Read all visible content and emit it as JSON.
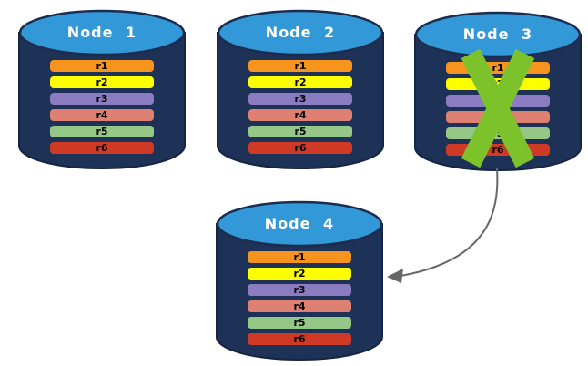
{
  "background": "#FFFFFF",
  "colors": {
    "cylinder_body": "#1E3156",
    "cylinder_edge": "#152542",
    "cylinder_top": "#3398D8",
    "cylinder_top_border": "#1B2D4F",
    "title_text": "#FFFFFF",
    "row_label_text": "#000000"
  },
  "nodes": [
    {
      "id": "node-1",
      "title": "Node 1",
      "failed": false,
      "rows": [
        {
          "label": "r1",
          "color": "#F7941D"
        },
        {
          "label": "r2",
          "color": "#FDFF00"
        },
        {
          "label": "r3",
          "color": "#8B7CC1"
        },
        {
          "label": "r4",
          "color": "#DE8172"
        },
        {
          "label": "r5",
          "color": "#95C787"
        },
        {
          "label": "r6",
          "color": "#CF3A27"
        }
      ]
    },
    {
      "id": "node-2",
      "title": "Node 2",
      "failed": false,
      "rows": [
        {
          "label": "r1",
          "color": "#F7941D"
        },
        {
          "label": "r2",
          "color": "#FDFF00"
        },
        {
          "label": "r3",
          "color": "#8B7CC1"
        },
        {
          "label": "r4",
          "color": "#DE8172"
        },
        {
          "label": "r5",
          "color": "#95C787"
        },
        {
          "label": "r6",
          "color": "#CF3A27"
        }
      ]
    },
    {
      "id": "node-3",
      "title": "Node 3",
      "failed": true,
      "rows": [
        {
          "label": "r1",
          "color": "#F7941D"
        },
        {
          "label": "r2",
          "color": "#FDFF00"
        },
        {
          "label": "r3",
          "color": "#8B7CC1"
        },
        {
          "label": "r4",
          "color": "#DE8172"
        },
        {
          "label": "r5",
          "color": "#95C787"
        },
        {
          "label": "r6",
          "color": "#CF3A27"
        }
      ]
    },
    {
      "id": "node-4",
      "title": "Node 4",
      "failed": false,
      "rows": [
        {
          "label": "r1",
          "color": "#F7941D"
        },
        {
          "label": "r2",
          "color": "#FDFF00"
        },
        {
          "label": "r3",
          "color": "#8B7CC1"
        },
        {
          "label": "r4",
          "color": "#DE8172"
        },
        {
          "label": "r5",
          "color": "#95C787"
        },
        {
          "label": "r6",
          "color": "#CF3A27"
        }
      ]
    }
  ],
  "failure_mark": {
    "node": "Node 3",
    "icon": "x-mark-icon",
    "color": "#7CC32B"
  },
  "arrow": {
    "from": "Node 3",
    "to": "Node 4",
    "color": "#666666"
  }
}
